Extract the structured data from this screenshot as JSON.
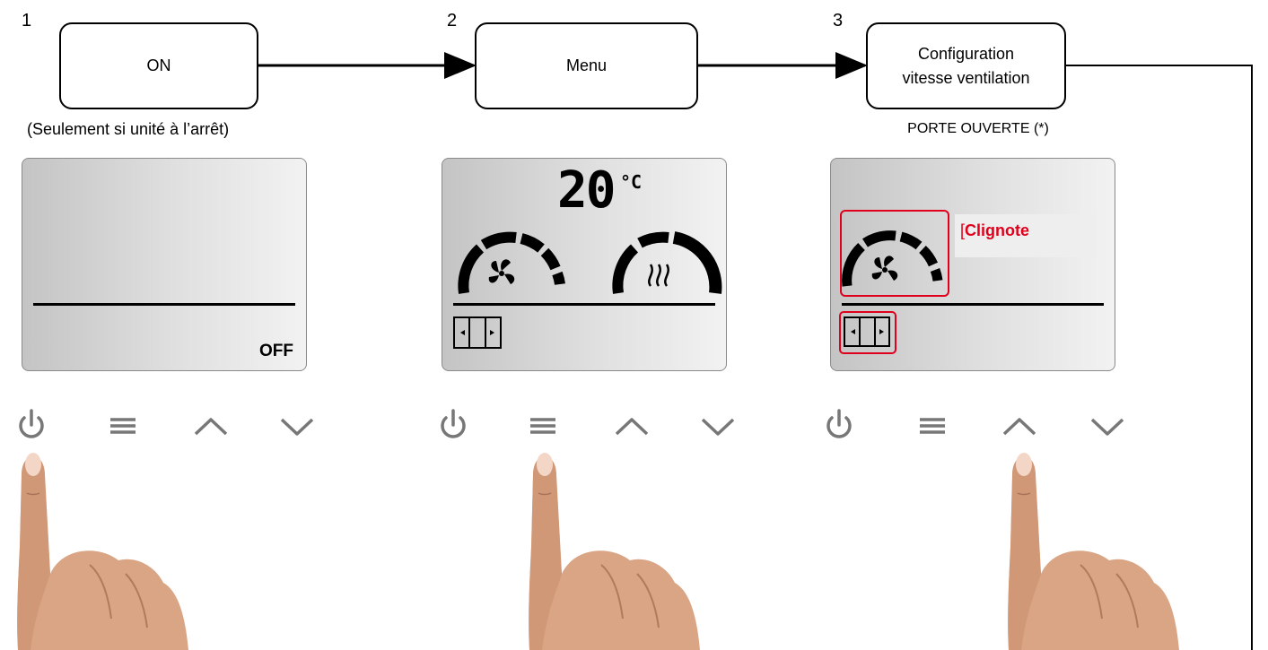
{
  "steps": [
    {
      "number": "1",
      "box_label": "ON",
      "caption": "(Seulement si unité à l’arrêt)",
      "display": {
        "status_text": "OFF"
      },
      "pressed_button": "power"
    },
    {
      "number": "2",
      "box_label": "Menu",
      "caption": "",
      "display": {
        "temperature": "20",
        "unit": "°C"
      },
      "pressed_button": "menu"
    },
    {
      "number": "3",
      "box_label_line1": "Configuration",
      "box_label_line2": "vitesse ventilation",
      "caption": "PORTE OUVERTE (*)",
      "display": {
        "flash_label": "Clignote"
      },
      "pressed_button": "up"
    }
  ],
  "buttons": [
    "power-icon",
    "menu-icon",
    "chevron-up-icon",
    "chevron-down-icon"
  ],
  "colors": {
    "highlight": "#e0001b",
    "lcd_dark": "#c4c4c4",
    "lcd_light": "#f2f2f2"
  }
}
